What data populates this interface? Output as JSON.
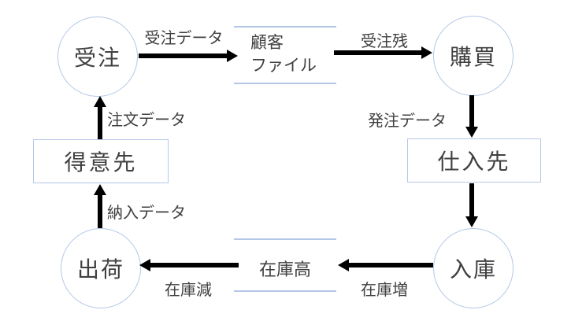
{
  "diagram": {
    "colors": {
      "shape_border": "#b4c7e7",
      "arrow": "#000000",
      "text": "#404040",
      "background": "#ffffff"
    },
    "processes": [
      {
        "id": "order-entry",
        "label": "受注"
      },
      {
        "id": "purchasing",
        "label": "購買"
      },
      {
        "id": "warehousing",
        "label": "入庫"
      },
      {
        "id": "shipping",
        "label": "出荷"
      }
    ],
    "external_entities": [
      {
        "id": "customer",
        "label": "得意先"
      },
      {
        "id": "supplier",
        "label": "仕入先"
      }
    ],
    "data_stores": [
      {
        "id": "customer-file",
        "label_line1": "顧客",
        "label_line2": "ファイル"
      },
      {
        "id": "inventory-level",
        "label": "在庫高"
      }
    ],
    "flows": [
      {
        "id": "order-data",
        "label": "受注データ",
        "from": "受注",
        "to": "顧客ファイル"
      },
      {
        "id": "order-backlog",
        "label": "受注残",
        "from": "顧客ファイル",
        "to": "購買"
      },
      {
        "id": "purchase-order-data",
        "label": "発注データ",
        "from": "購買",
        "to": "仕入先"
      },
      {
        "id": "supplier-receipt",
        "label": "",
        "from": "仕入先",
        "to": "入庫"
      },
      {
        "id": "inventory-increase",
        "label": "在庫増",
        "from": "入庫",
        "to": "在庫高"
      },
      {
        "id": "inventory-decrease",
        "label": "在庫減",
        "from": "在庫高",
        "to": "出荷"
      },
      {
        "id": "delivery-data",
        "label": "納入データ",
        "from": "出荷",
        "to": "得意先"
      },
      {
        "id": "order-placement-data",
        "label": "注文データ",
        "from": "得意先",
        "to": "受注"
      }
    ]
  }
}
